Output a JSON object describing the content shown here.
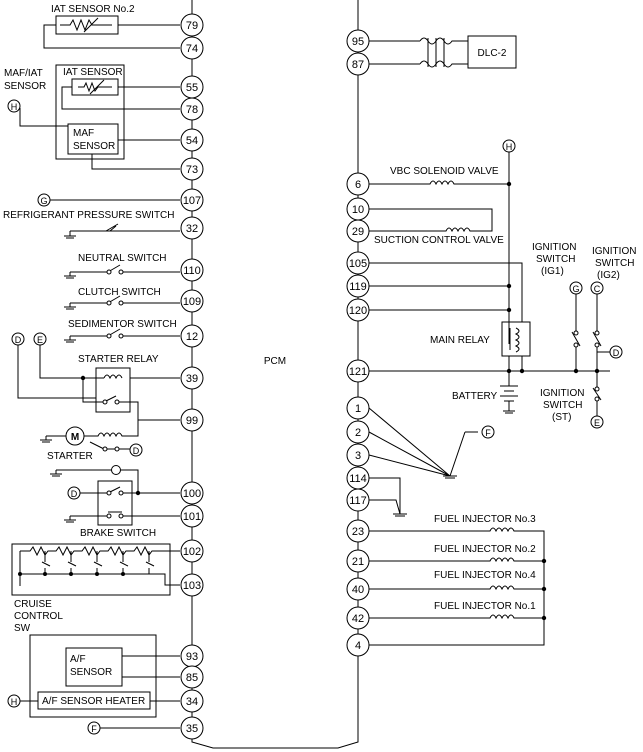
{
  "pcm": {
    "label": "PCM"
  },
  "left_pins": [
    "79",
    "74",
    "55",
    "78",
    "54",
    "73",
    "107",
    "32",
    "110",
    "109",
    "12",
    "39",
    "99",
    "100",
    "101",
    "102",
    "103",
    "93",
    "85",
    "34",
    "35"
  ],
  "right_pins": [
    "95",
    "87",
    "6",
    "10",
    "29",
    "105",
    "119",
    "120",
    "121",
    "1",
    "2",
    "3",
    "114",
    "117",
    "23",
    "21",
    "40",
    "42",
    "4"
  ],
  "labels": {
    "iat2": "IAT SENSOR No.2",
    "mafiat_1": "MAF/IAT",
    "mafiat_2": "SENSOR",
    "iat": "IAT SENSOR",
    "maf_1": "MAF",
    "maf_2": "SENSOR",
    "refrig": "REFRIGERANT PRESSURE  SWITCH",
    "neutral": "NEUTRAL SWITCH",
    "clutch": "CLUTCH SWITCH",
    "sedimentor": "SEDIMENTOR SWITCH",
    "starter_relay": "STARTER RELAY",
    "starter": "STARTER",
    "motor": "M",
    "brake": "BRAKE SWITCH",
    "cruise_1": "CRUISE",
    "cruise_2": "CONTROL",
    "cruise_3": "SW",
    "af_1": "A/F",
    "af_2": "SENSOR",
    "af_heater": "A/F SENSOR HEATER",
    "dlc": "DLC-2",
    "vbc": "VBC SOLENOID VALVE",
    "suction": "SUCTION CONTROL VALVE",
    "main_relay": "MAIN RELAY",
    "battery": "BATTERY",
    "ig1_1": "IGNITION",
    "ig1_2": "SWITCH",
    "ig1_3": "(IG1)",
    "ig2_1": "IGNITION",
    "ig2_2": "SWITCH",
    "ig2_3": "(IG2)",
    "igst_1": "IGNITION",
    "igst_2": "SWITCH",
    "igst_3": "(ST)",
    "inj3": "FUEL INJECTOR No.3",
    "inj2": "FUEL INJECTOR No.2",
    "inj4": "FUEL INJECTOR No.4",
    "inj1": "FUEL INJECTOR No.1"
  },
  "connectors": {
    "h": "H",
    "g": "G",
    "d": "D",
    "e": "E",
    "f": "F",
    "c": "C"
  }
}
